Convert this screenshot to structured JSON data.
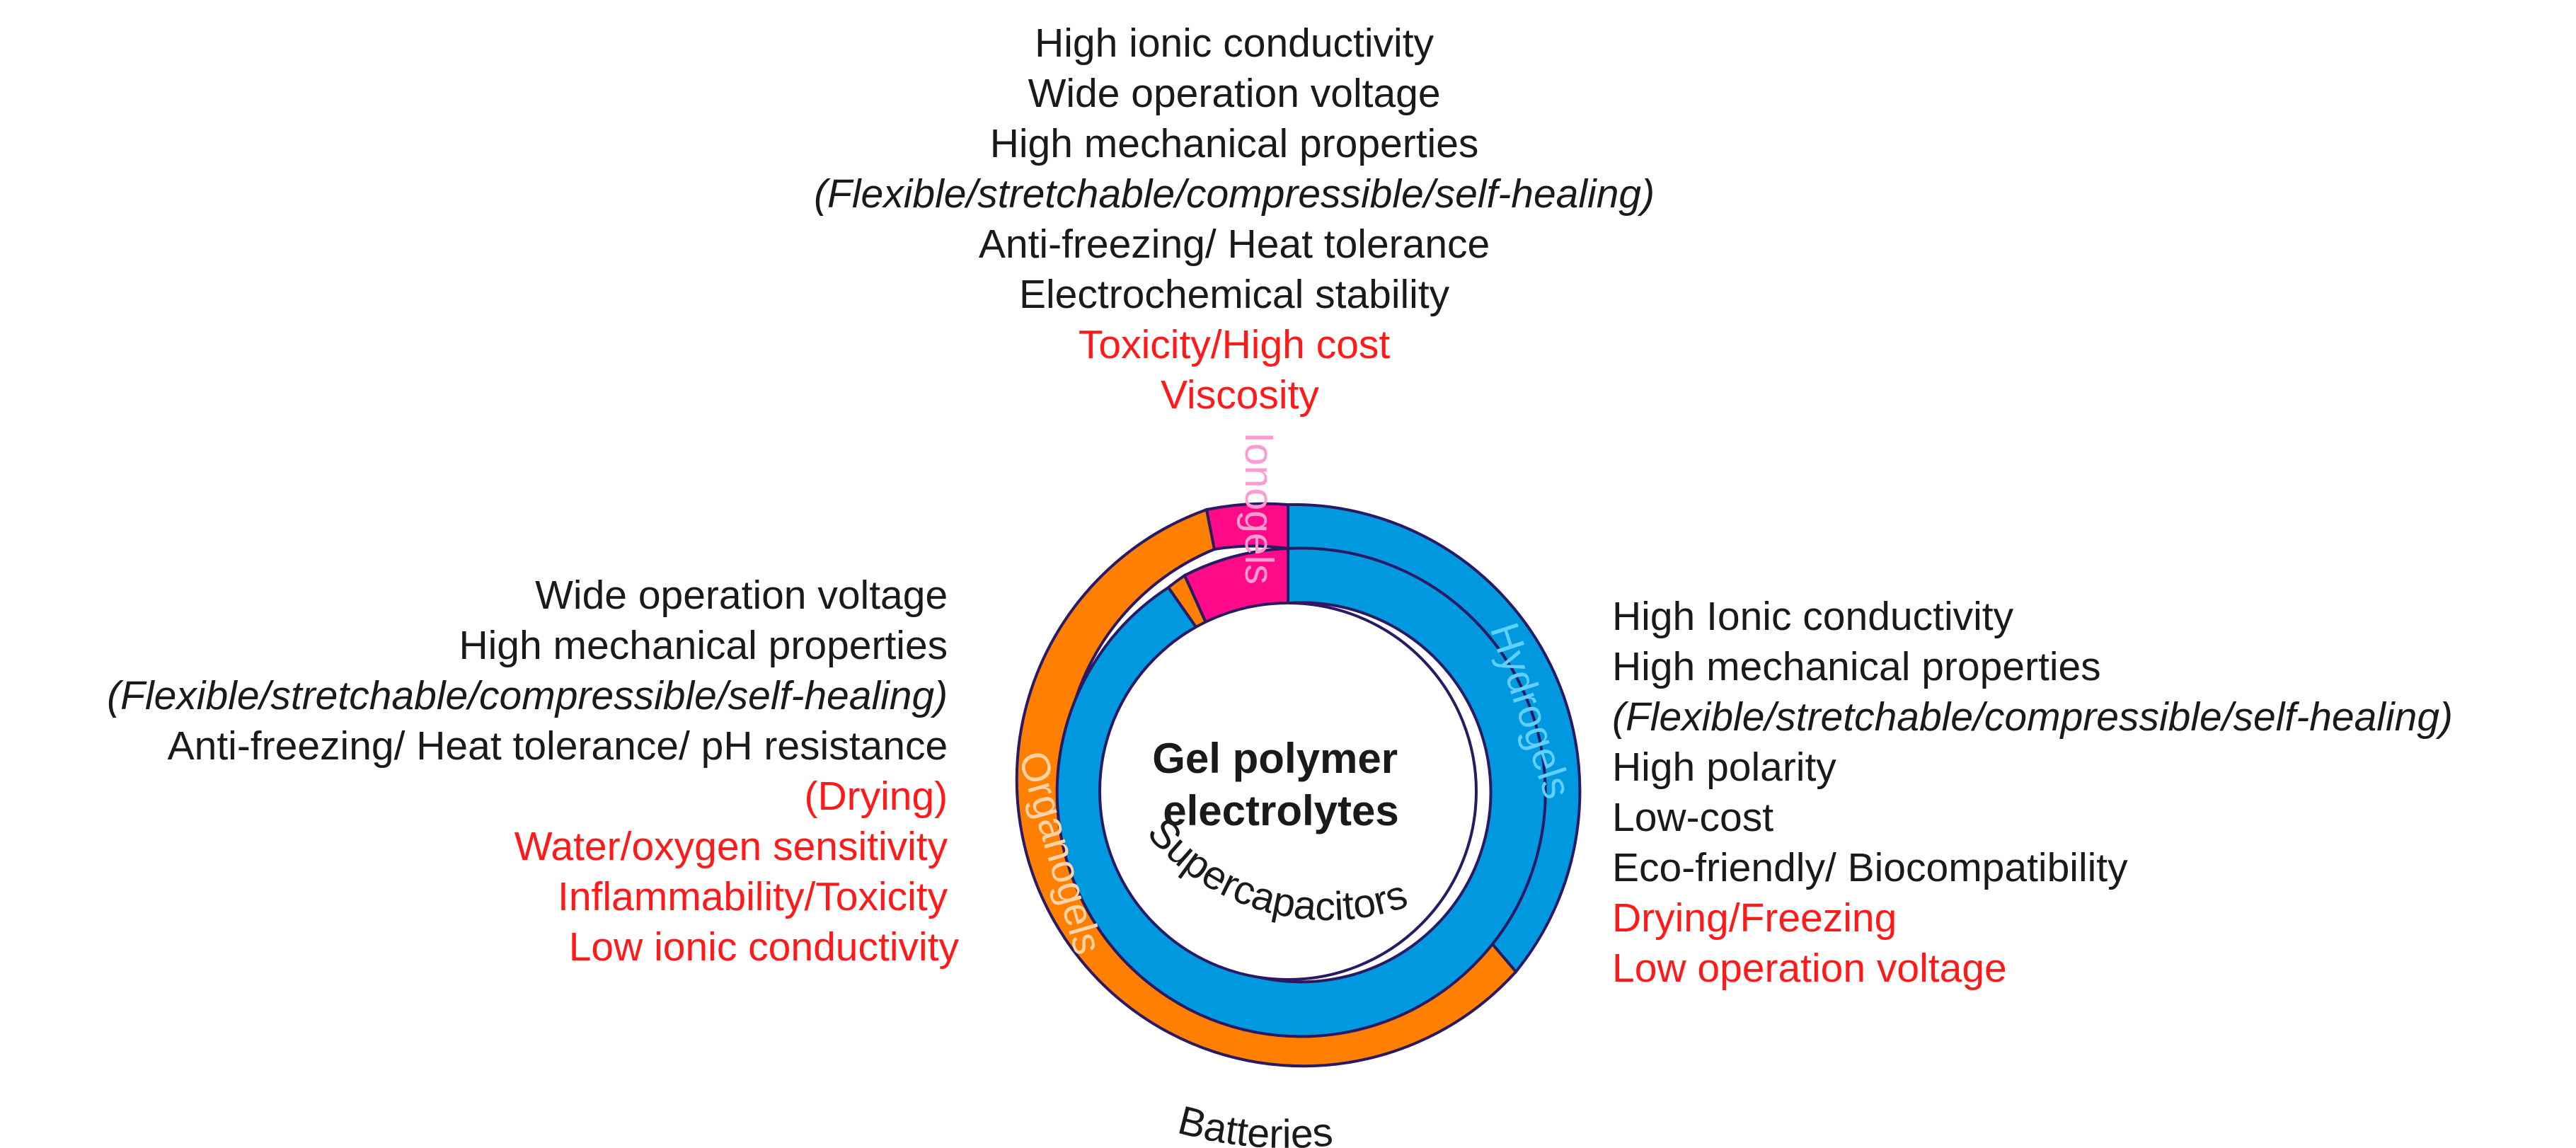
{
  "center_title": [
    "Gel polymer",
    "electrolytes"
  ],
  "ring_labels": {
    "inner": "Supercapacitors",
    "outer": "Batteries",
    "ionogels": "Ionogels",
    "hydrogels": "Hydrogels",
    "organogels": "Organogels"
  },
  "colors": {
    "hydrogels": "#0099e0",
    "organogels": "#ff7f00",
    "ionogels": "#ff0a88",
    "ring_stroke": "#2b1a63",
    "negative_text": "#ff1a1a",
    "positive_text": "#1a1a1a",
    "hydrogels_label": "#5fd0ff",
    "organogels_label": "#ffd3a8",
    "ionogels_label": "#ff9bd0"
  },
  "top_list": {
    "items": [
      {
        "text": "High ionic conductivity",
        "kind": "pro"
      },
      {
        "text": "Wide operation voltage",
        "kind": "pro"
      },
      {
        "text": "High mechanical properties",
        "kind": "pro"
      },
      {
        "text": "(Flexible/stretchable/compressible/self-healing)",
        "kind": "note"
      },
      {
        "text": "Anti-freezing/ Heat tolerance",
        "kind": "pro"
      },
      {
        "text": "Electrochemical stability",
        "kind": "pro"
      },
      {
        "text": "Toxicity/High cost",
        "kind": "con"
      },
      {
        "text": "Viscosity",
        "kind": "con"
      }
    ]
  },
  "left_list": {
    "items": [
      {
        "text": "Wide operation voltage",
        "kind": "pro"
      },
      {
        "text": "High mechanical properties",
        "kind": "pro"
      },
      {
        "text": "(Flexible/stretchable/compressible/self-healing)",
        "kind": "note"
      },
      {
        "text": "Anti-freezing/ Heat tolerance/ pH resistance",
        "kind": "pro"
      },
      {
        "text": "(Drying)",
        "kind": "con"
      },
      {
        "text": "Water/oxygen sensitivity",
        "kind": "con"
      },
      {
        "text": "Inflammability/Toxicity",
        "kind": "con"
      },
      {
        "text": "Low ionic conductivity",
        "kind": "con"
      }
    ]
  },
  "right_list": {
    "items": [
      {
        "text": "High Ionic conductivity",
        "kind": "pro"
      },
      {
        "text": "High mechanical properties",
        "kind": "pro"
      },
      {
        "text": "(Flexible/stretchable/compressible/self-healing)",
        "kind": "note"
      },
      {
        "text": "High polarity",
        "kind": "pro"
      },
      {
        "text": "Low-cost",
        "kind": "pro"
      },
      {
        "text": "Eco-friendly/ Biocompatibility",
        "kind": "pro"
      },
      {
        "text": "Drying/Freezing",
        "kind": "con"
      },
      {
        "text": "Low operation voltage",
        "kind": "con"
      }
    ]
  }
}
